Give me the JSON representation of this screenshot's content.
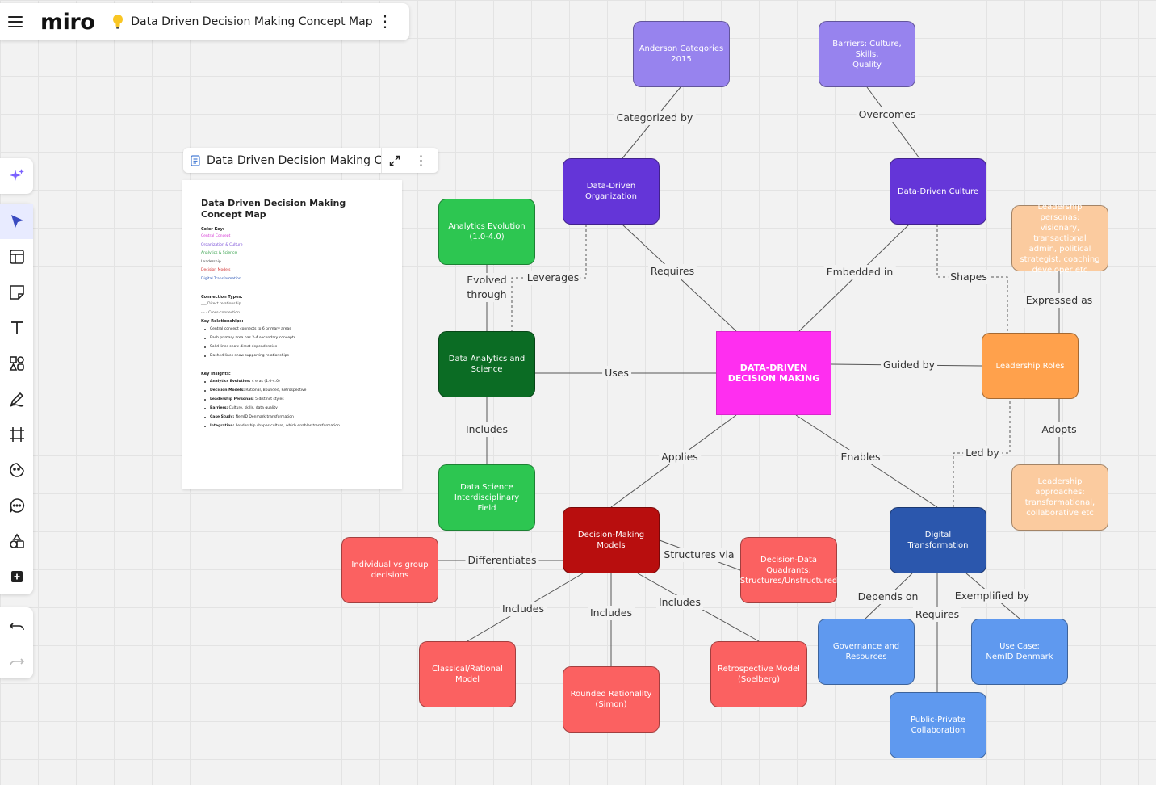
{
  "app": {
    "logo": "miro",
    "board_title": "Data Driven Decision Making Concept Map"
  },
  "doc_panel": {
    "header_title": "Data Driven Decision Making C...",
    "title": "Data Driven Decision Making Concept Map",
    "color_key_heading": "Color Key:",
    "color_key": [
      {
        "label": "Central Concept",
        "color": "#d63ad6"
      },
      {
        "label": "Organization & Culture",
        "color": "#7a4fd8"
      },
      {
        "label": "Analytics & Science",
        "color": "#2e9e44"
      },
      {
        "label": "Leadership",
        "color": "#444444"
      },
      {
        "label": "Decision Models",
        "color": "#d23030"
      },
      {
        "label": "Digital Transformation",
        "color": "#2b55b5"
      }
    ],
    "connection_types_heading": "Connection Types:",
    "connection_types": [
      "___ Direct relationship",
      "- - - Cross-connection"
    ],
    "key_relationships_heading": "Key Relationships:",
    "key_relationships": [
      "Central concept connects to 6 primary areas",
      "Each primary area has 2-4 secondary concepts",
      "Solid lines show direct dependencies",
      "Dashed lines show supporting relationships"
    ],
    "key_insights_heading": "Key Insights:",
    "key_insights": [
      {
        "label": "Analytics Evolution:",
        "text": " 4 eras (1.0-4.0)"
      },
      {
        "label": "Decision Models:",
        "text": " Rational, Bounded, Retrospective"
      },
      {
        "label": "Leadership Personas:",
        "text": " 5 distinct styles"
      },
      {
        "label": "Barriers:",
        "text": " Culture, skills, data quality"
      },
      {
        "label": "Case Study:",
        "text": " NemID Denmark transformation"
      },
      {
        "label": "Integration:",
        "text": " Leadership shapes culture, which enables transformation"
      }
    ]
  },
  "colors": {
    "central": "#ff2ef0",
    "org_dark": "#6435d8",
    "org_light": "#9783ee",
    "analytics_dark": "#0b6c24",
    "analytics_light": "#2dc651",
    "decision_dark": "#b80e0e",
    "decision_light": "#fb6161",
    "digital_dark": "#2b57ad",
    "digital_light": "#5f99ef",
    "leadership_dark": "#ffa14c",
    "leadership_light": "#fbcb9f"
  },
  "nodes": [
    {
      "id": "central",
      "label": "DATA-DRIVEN\nDECISION MAKING",
      "color": "central"
    },
    {
      "id": "anderson",
      "label": "Anderson Categories\n2015",
      "color": "org_light"
    },
    {
      "id": "barriers",
      "label": "Barriers: Culture, Skills,\nQuality",
      "color": "org_light"
    },
    {
      "id": "dd_org",
      "label": "Data-Driven\nOrganization",
      "color": "org_dark"
    },
    {
      "id": "dd_culture",
      "label": "Data-Driven Culture",
      "color": "org_dark"
    },
    {
      "id": "analytics_evo",
      "label": "Analytics Evolution\n(1.0-4.0)",
      "color": "analytics_light"
    },
    {
      "id": "das",
      "label": "Data Analytics and\nScience",
      "color": "analytics_dark"
    },
    {
      "id": "ds_field",
      "label": "Data Science\nInterdisciplinary Field",
      "color": "analytics_light"
    },
    {
      "id": "personas",
      "label": "Leadership personas:\nvisionary, transactional\nadmin, political\nstrategist, coaching\ndeveloper etc",
      "color": "leadership_light"
    },
    {
      "id": "leadership_roles",
      "label": "Leadership Roles",
      "color": "leadership_dark"
    },
    {
      "id": "approaches",
      "label": "Leadership approaches:\ntransformational,\ncollaborative etc",
      "color": "leadership_light"
    },
    {
      "id": "dm_models",
      "label": "Decision-Making\nModels",
      "color": "decision_dark"
    },
    {
      "id": "indiv_group",
      "label": "Individual vs group\ndecisions",
      "color": "decision_light"
    },
    {
      "id": "quadrants",
      "label": "Decision-Data\nQuadrants:\nStructures/Unstructured",
      "color": "decision_light"
    },
    {
      "id": "classical",
      "label": "Classical/Rational Model",
      "color": "decision_light"
    },
    {
      "id": "bounded",
      "label": "Rounded Rationality\n(Simon)",
      "color": "decision_light"
    },
    {
      "id": "retro",
      "label": "Retrospective Model\n(Soelberg)",
      "color": "decision_light"
    },
    {
      "id": "digital",
      "label": "Digital Transformation",
      "color": "digital_dark"
    },
    {
      "id": "governance",
      "label": "Governance and\nResources",
      "color": "digital_light"
    },
    {
      "id": "nemid",
      "label": "Use Case:\nNemID Denmark",
      "color": "digital_light"
    },
    {
      "id": "ppc",
      "label": "Public-Private\nCollaboration",
      "color": "digital_light"
    }
  ],
  "edges": [
    {
      "id": "e-categorized",
      "from": "dd_org",
      "to": "anderson",
      "label": "Categorized by",
      "style": "solid"
    },
    {
      "id": "e-overcomes",
      "from": "dd_culture",
      "to": "barriers",
      "label": "Overcomes",
      "style": "solid"
    },
    {
      "id": "e-requires-org",
      "from": "central",
      "to": "dd_org",
      "label": "Requires",
      "style": "solid"
    },
    {
      "id": "e-embedded",
      "from": "central",
      "to": "dd_culture",
      "label": "Embedded in",
      "style": "solid"
    },
    {
      "id": "e-uses",
      "from": "central",
      "to": "das",
      "label": "Uses",
      "style": "solid"
    },
    {
      "id": "e-evolved",
      "from": "das",
      "to": "analytics_evo",
      "label": "Evolved\nthrough",
      "style": "solid"
    },
    {
      "id": "e-includes-ds",
      "from": "das",
      "to": "ds_field",
      "label": "Includes",
      "style": "solid"
    },
    {
      "id": "e-leverages",
      "from": "dd_org",
      "to": "das",
      "label": "Leverages",
      "style": "dashed"
    },
    {
      "id": "e-guided",
      "from": "central",
      "to": "leadership_roles",
      "label": "Guided by",
      "style": "solid"
    },
    {
      "id": "e-expressed",
      "from": "leadership_roles",
      "to": "personas",
      "label": "Expressed as",
      "style": "solid"
    },
    {
      "id": "e-adopts",
      "from": "leadership_roles",
      "to": "approaches",
      "label": "Adopts",
      "style": "solid"
    },
    {
      "id": "e-shapes",
      "from": "dd_culture",
      "to": "leadership_roles",
      "label": "Shapes",
      "style": "dashed"
    },
    {
      "id": "e-ledby",
      "from": "digital",
      "to": "leadership_roles",
      "label": "Led by",
      "style": "dashed"
    },
    {
      "id": "e-applies",
      "from": "central",
      "to": "dm_models",
      "label": "Applies",
      "style": "solid"
    },
    {
      "id": "e-enables",
      "from": "central",
      "to": "digital",
      "label": "Enables",
      "style": "solid"
    },
    {
      "id": "e-differentiates",
      "from": "dm_models",
      "to": "indiv_group",
      "label": "Differentiates",
      "style": "solid"
    },
    {
      "id": "e-structures",
      "from": "dm_models",
      "to": "quadrants",
      "label": "Structures via",
      "style": "solid"
    },
    {
      "id": "e-includes-classical",
      "from": "dm_models",
      "to": "classical",
      "label": "Includes",
      "style": "solid"
    },
    {
      "id": "e-includes-bounded",
      "from": "dm_models",
      "to": "bounded",
      "label": "Includes",
      "style": "solid"
    },
    {
      "id": "e-includes-retro",
      "from": "dm_models",
      "to": "retro",
      "label": "Includes",
      "style": "solid"
    },
    {
      "id": "e-depends",
      "from": "digital",
      "to": "governance",
      "label": "Depends on",
      "style": "solid"
    },
    {
      "id": "e-requires-ppc",
      "from": "digital",
      "to": "ppc",
      "label": "Requires",
      "style": "solid"
    },
    {
      "id": "e-exemplified",
      "from": "digital",
      "to": "nemid",
      "label": "Exemplified by",
      "style": "solid"
    }
  ]
}
